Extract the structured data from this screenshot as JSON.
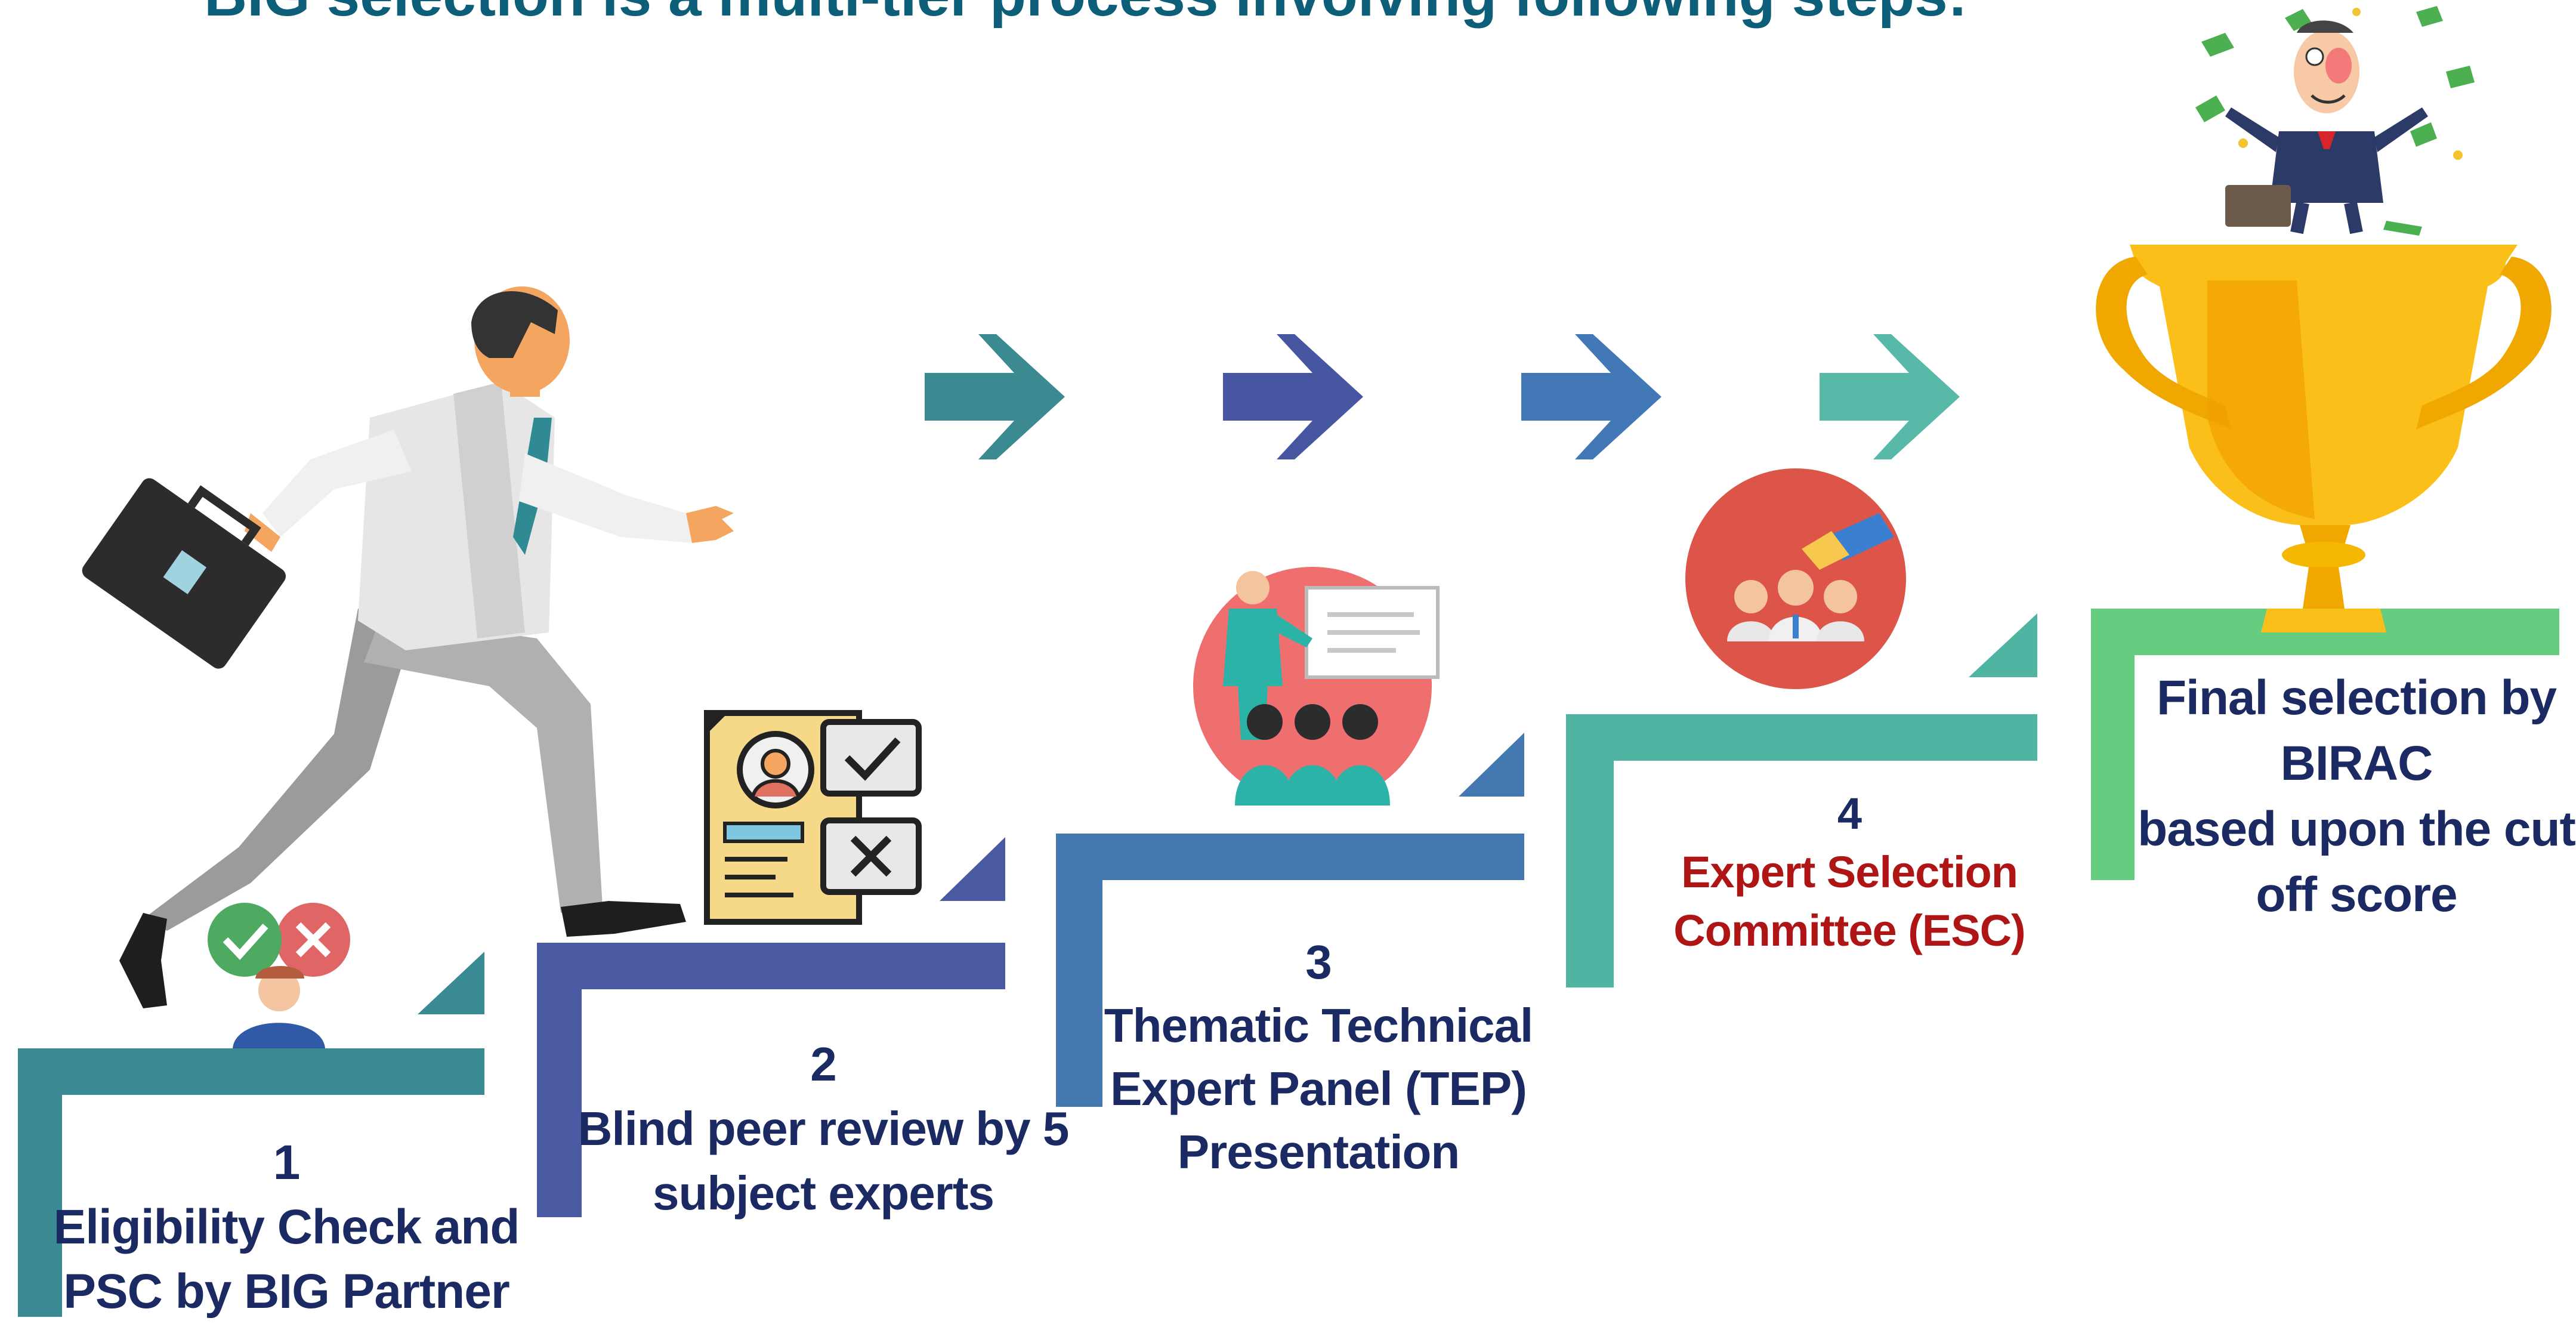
{
  "title": "BIG selection is a multi-tier process involving following steps:",
  "steps": [
    {
      "number": "1",
      "label_line1": "Eligibility Check and",
      "label_line2": "PSC by BIG Partner"
    },
    {
      "number": "2",
      "label_line1": "Blind peer review by 5",
      "label_line2": "subject experts"
    },
    {
      "number": "3",
      "label_line1": "Thematic Technical",
      "label_line2": "Expert Panel (TEP)",
      "label_line3": "Presentation"
    },
    {
      "number": "4",
      "label_line1": "Expert Selection",
      "label_line2": "Committee (ESC)"
    },
    {
      "label_line1": "Final selection by",
      "label_line2": "BIRAC",
      "label_line3": "based upon the cut",
      "label_line4": "off score"
    }
  ],
  "colors": {
    "title": "#0d5e78",
    "step_text": "#1b2a62",
    "esc_text": "#b01515",
    "step1": "#3a8a94",
    "step2": "#4a5aa2",
    "step3": "#4478b0",
    "step4": "#4fb4a2",
    "step5": "#66cc80",
    "trophy": "#f4a900"
  },
  "icons": [
    "businessman-climbing-icon",
    "briefcase-icon",
    "approve-reject-icon",
    "resume-review-icon",
    "presentation-icon",
    "committee-selection-icon",
    "trophy-icon",
    "money-celebration-icon",
    "arrow-right-icon"
  ]
}
